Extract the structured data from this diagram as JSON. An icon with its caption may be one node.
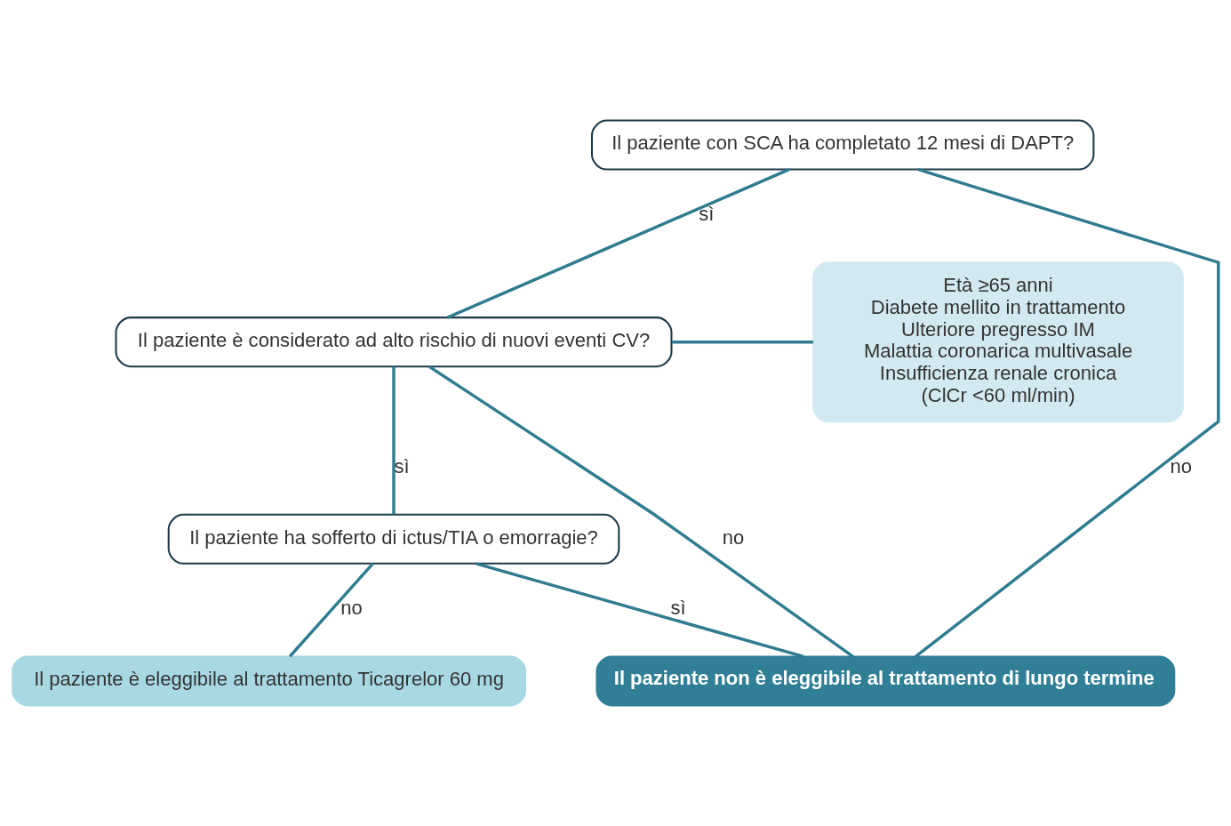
{
  "diagram": {
    "nodes": [
      {
        "text": [
          "Il paziente con SCA ha completato 12 mesi di DAPT?"
        ]
      },
      {
        "text": [
          "Età ≥65 anni",
          "Diabete mellito in trattamento",
          "Ulteriore pregresso IM",
          "Malattia coronarica multivasale",
          "Insufficienza renale cronica",
          "(ClCr <60 ml/min)"
        ]
      },
      {
        "text": [
          "Il paziente è considerato ad alto rischio di nuovi eventi CV?"
        ]
      },
      {
        "text": [
          "Il paziente ha sofferto di ictus/TIA o emorragie?"
        ]
      },
      {
        "text": [
          "Il paziente è eleggibile al trattamento Ticagrelor 60 mg"
        ]
      },
      {
        "text": [
          "Il paziente non è eleggibile al trattamento di lungo termine"
        ]
      }
    ],
    "edges": [
      {
        "from": 0,
        "to": 2,
        "arrow": "none",
        "label": "sì"
      },
      {
        "from": 0,
        "to": 5,
        "arrow": "none",
        "label": "no"
      },
      {
        "from": 1,
        "to": 2,
        "arrow": "none"
      },
      {
        "from": 2,
        "to": 5,
        "arrow": "none",
        "label": "no"
      },
      {
        "from": 2,
        "to": 3,
        "arrow": "none",
        "label": "sì"
      },
      {
        "from": 3,
        "to": 5,
        "arrow": "none",
        "label": "sì"
      },
      {
        "from": 3,
        "to": 4,
        "arrow": "none",
        "label": "no"
      }
    ]
  }
}
